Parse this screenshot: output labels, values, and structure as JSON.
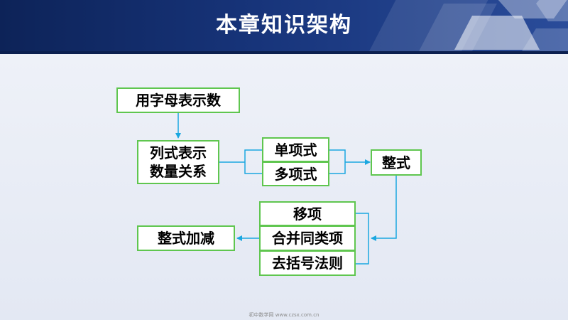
{
  "slide": {
    "title": "本章知识架构",
    "watermark": "初中数学网 www.czsx.com.cn"
  },
  "diagram": {
    "nodes": {
      "letters": "用字母表示数",
      "expr_line1": "列式表示",
      "expr_line2": "数量关系",
      "monomial": "单项式",
      "polynomial": "多项式",
      "integral": "整式",
      "transpose": "移项",
      "combine": "合并同类项",
      "brackets": "去括号法则",
      "addsub": "整式加减"
    }
  },
  "colors": {
    "header": "#17347a",
    "box_border": "#5fc64f",
    "connector": "#1aa7e0",
    "background": "#e8ecf5"
  }
}
